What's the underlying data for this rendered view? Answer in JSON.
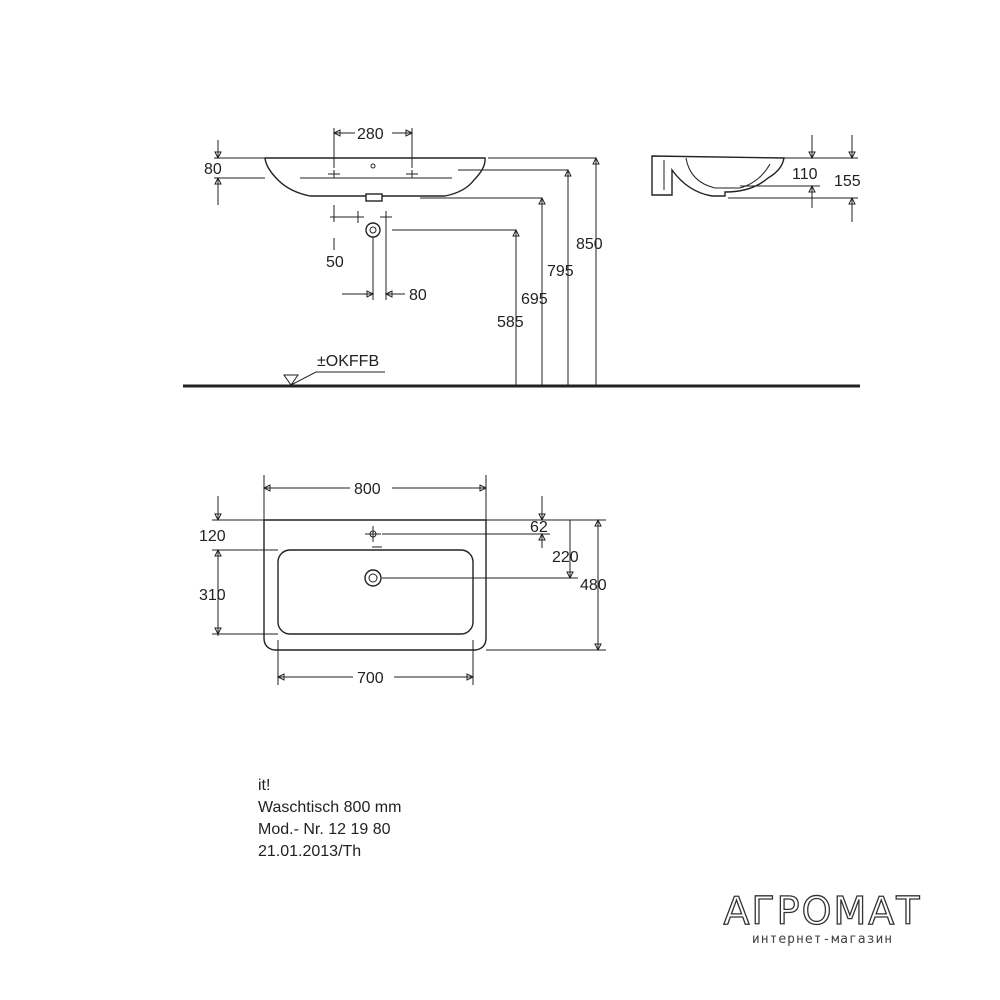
{
  "side_view": {
    "dims": {
      "width_280": "280",
      "depth_80": "80",
      "h_50": "50",
      "h_80": "80",
      "h_585": "585",
      "h_695": "695",
      "h_795": "795",
      "h_850": "850"
    },
    "floor_label": "±OKFFB"
  },
  "section_view": {
    "dims": {
      "h_110": "110",
      "h_155": "155"
    }
  },
  "top_view": {
    "dims": {
      "width_800": "800",
      "width_700": "700",
      "d_120": "120",
      "d_310": "310",
      "d_62": "62",
      "d_220": "220",
      "d_480": "480"
    }
  },
  "info": {
    "line1": "it!",
    "line2": "Waschtisch 800 mm",
    "line3": "Mod.- Nr. 12 19 80",
    "line4": "21.01.2013/Th"
  },
  "watermark": {
    "title": "АГРОМАТ",
    "subtitle": "интернет-магазин"
  }
}
